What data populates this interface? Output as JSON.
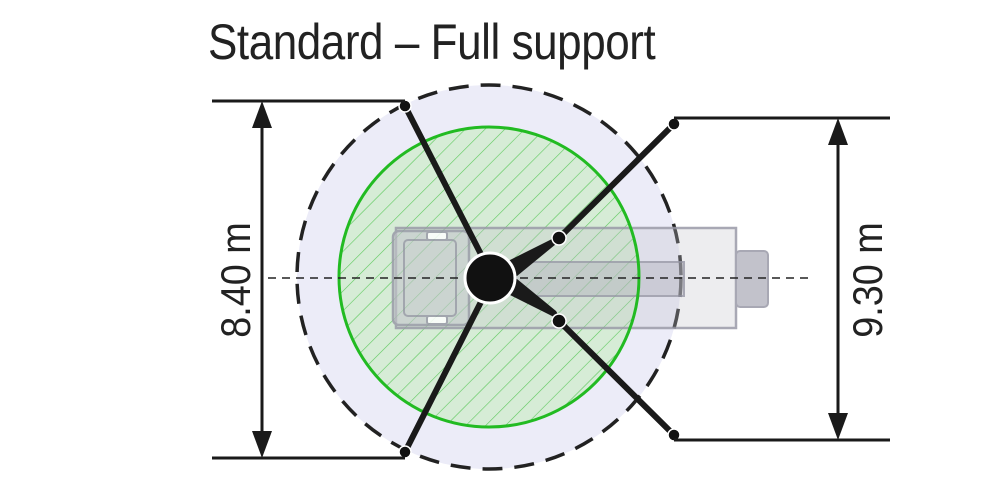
{
  "title": "Standard – Full support",
  "dimensions": {
    "left": "8.40 m",
    "right": "9.30 m"
  },
  "colors": {
    "outer_zone_fill": "#ececf8",
    "outer_zone_stroke": "#222222",
    "inner_zone_fill": "#d6ecd6",
    "inner_zone_stroke": "#22bb22",
    "hatch": "#5cc85c",
    "outrigger": "#1a1a1a",
    "vehicle_outline": "#9a9aa8",
    "vehicle_fill": "#c4c4cc"
  }
}
